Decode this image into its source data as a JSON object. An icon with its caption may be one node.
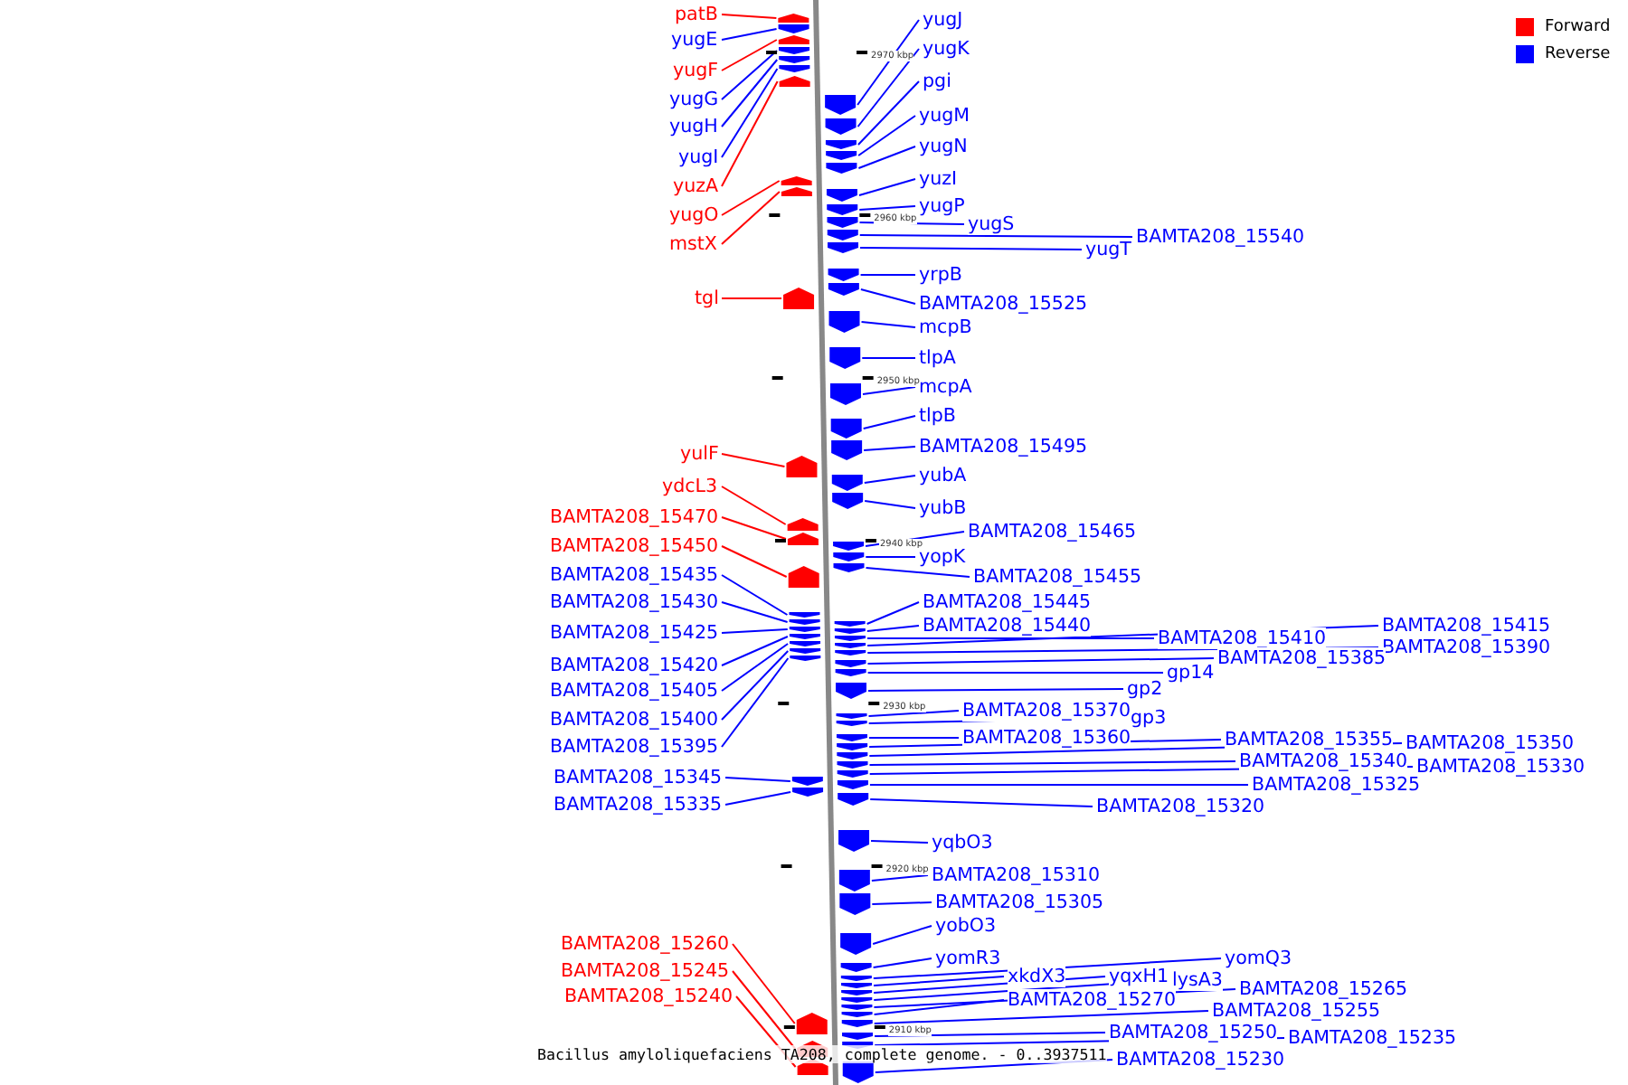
{
  "diagram": {
    "caption": "Bacillus amyloliquefaciens TA208, complete genome. - 0..3937511",
    "nodes": [
      {
        "text": [
          "patB"
        ]
      },
      {
        "text": [
          "yugE"
        ]
      },
      {
        "text": [
          "yugF"
        ]
      },
      {
        "text": [
          "yugG"
        ]
      },
      {
        "text": [
          "yugH"
        ]
      },
      {
        "text": [
          "yugI"
        ]
      },
      {
        "text": [
          "yuzA"
        ]
      },
      {
        "text": [
          "yugO"
        ]
      },
      {
        "text": [
          "mstX"
        ]
      },
      {
        "text": [
          "tgl"
        ]
      },
      {
        "text": [
          "yulF"
        ]
      },
      {
        "text": [
          "ydcL3"
        ]
      },
      {
        "text": [
          "BAMTA208_15470"
        ]
      },
      {
        "text": [
          "BAMTA208_15450"
        ]
      },
      {
        "text": [
          "BAMTA208_15435"
        ]
      },
      {
        "text": [
          "BAMTA208_15430"
        ]
      },
      {
        "text": [
          "BAMTA208_15425"
        ]
      },
      {
        "text": [
          "BAMTA208_15420"
        ]
      },
      {
        "text": [
          "BAMTA208_15405"
        ]
      },
      {
        "text": [
          "BAMTA208_15400"
        ]
      },
      {
        "text": [
          "BAMTA208_15395"
        ]
      },
      {
        "text": [
          "BAMTA208_15345"
        ]
      },
      {
        "text": [
          "BAMTA208_15335"
        ]
      },
      {
        "text": [
          "BAMTA208_15260"
        ]
      },
      {
        "text": [
          "BAMTA208_15245"
        ]
      },
      {
        "text": [
          "BAMTA208_15240"
        ]
      },
      {
        "text": [
          "yugJ"
        ]
      },
      {
        "text": [
          "yugK"
        ]
      },
      {
        "text": [
          "pgi"
        ]
      },
      {
        "text": [
          "yugM"
        ]
      },
      {
        "text": [
          "yugN"
        ]
      },
      {
        "text": [
          "yuzI"
        ]
      },
      {
        "text": [
          "yugP"
        ]
      },
      {
        "text": [
          "yugS"
        ]
      },
      {
        "text": [
          "BAMTA208_15540"
        ]
      },
      {
        "text": [
          "yugT"
        ]
      },
      {
        "text": [
          "yrpB"
        ]
      },
      {
        "text": [
          "BAMTA208_15525"
        ]
      },
      {
        "text": [
          "mcpB"
        ]
      },
      {
        "text": [
          "tlpA"
        ]
      },
      {
        "text": [
          "mcpA"
        ]
      },
      {
        "text": [
          "tlpB"
        ]
      },
      {
        "text": [
          "BAMTA208_15495"
        ]
      },
      {
        "text": [
          "yubA"
        ]
      },
      {
        "text": [
          "yubB"
        ]
      },
      {
        "text": [
          "BAMTA208_15465"
        ]
      },
      {
        "text": [
          "yopK"
        ]
      },
      {
        "text": [
          "BAMTA208_15455"
        ]
      },
      {
        "text": [
          "BAMTA208_15445"
        ]
      },
      {
        "text": [
          "BAMTA208_15440"
        ]
      },
      {
        "text": [
          "BAMTA208_15410"
        ]
      },
      {
        "text": [
          "BAMTA208_15415"
        ]
      },
      {
        "text": [
          "BAMTA208_15390"
        ]
      },
      {
        "text": [
          "BAMTA208_15385"
        ]
      },
      {
        "text": [
          "gp14"
        ]
      },
      {
        "text": [
          "gp2"
        ]
      },
      {
        "text": [
          "BAMTA208_15370"
        ]
      },
      {
        "text": [
          "gp3"
        ]
      },
      {
        "text": [
          "BAMTA208_15360"
        ]
      },
      {
        "text": [
          "BAMTA208_15355"
        ]
      },
      {
        "text": [
          "BAMTA208_15350"
        ]
      },
      {
        "text": [
          "BAMTA208_15340"
        ]
      },
      {
        "text": [
          "BAMTA208_15330"
        ]
      },
      {
        "text": [
          "BAMTA208_15325"
        ]
      },
      {
        "text": [
          "BAMTA208_15320"
        ]
      },
      {
        "text": [
          "yqbO3"
        ]
      },
      {
        "text": [
          "BAMTA208_15310"
        ]
      },
      {
        "text": [
          "BAMTA208_15305"
        ]
      },
      {
        "text": [
          "yobO3"
        ]
      },
      {
        "text": [
          "yomR3"
        ]
      },
      {
        "text": [
          "yomQ3"
        ]
      },
      {
        "text": [
          "xkdX3"
        ]
      },
      {
        "text": [
          "yqxH1"
        ]
      },
      {
        "text": [
          "lysA3"
        ]
      },
      {
        "text": [
          "BAMTA208_15265"
        ]
      },
      {
        "text": [
          "BAMTA208_15270"
        ]
      },
      {
        "text": [
          "BAMTA208_15255"
        ]
      },
      {
        "text": [
          "BAMTA208_15250"
        ]
      },
      {
        "text": [
          "BAMTA208_15235"
        ]
      },
      {
        "text": [
          "BAMTA208_15230"
        ]
      },
      {
        "text": [],
        "shape": "arrow"
      },
      {
        "text": [],
        "shape": "arrow"
      },
      {
        "text": [],
        "shape": "arrow"
      },
      {
        "text": [],
        "shape": "arrow"
      },
      {
        "text": [],
        "shape": "arrow"
      },
      {
        "text": [],
        "shape": "arrow"
      },
      {
        "text": [],
        "shape": "arrow"
      },
      {
        "text": [],
        "shape": "arrow"
      },
      {
        "text": [],
        "shape": "arrow"
      },
      {
        "text": [],
        "shape": "arrow"
      },
      {
        "text": [],
        "shape": "arrow"
      },
      {
        "text": [],
        "shape": "arrow"
      },
      {
        "text": [],
        "shape": "arrow"
      },
      {
        "text": [],
        "shape": "arrow"
      },
      {
        "text": [],
        "shape": "arrow"
      },
      {
        "text": [],
        "shape": "arrow"
      },
      {
        "text": [],
        "shape": "arrow"
      },
      {
        "text": [],
        "shape": "arrow"
      },
      {
        "text": [],
        "shape": "arrow"
      },
      {
        "text": [],
        "shape": "arrow"
      },
      {
        "text": [],
        "shape": "arrow"
      },
      {
        "text": [],
        "shape": "arrow"
      },
      {
        "text": [],
        "shape": "arrow"
      },
      {
        "text": [],
        "shape": "arrow"
      },
      {
        "text": [],
        "shape": "arrow"
      },
      {
        "text": [],
        "shape": "arrow"
      },
      {
        "text": [],
        "shape": "arrow"
      },
      {
        "text": [],
        "shape": "arrow"
      },
      {
        "text": [],
        "shape": "arrow"
      },
      {
        "text": [],
        "shape": "arrow"
      },
      {
        "text": [],
        "shape": "arrow"
      },
      {
        "text": [],
        "shape": "arrow"
      },
      {
        "text": [],
        "shape": "arrow"
      },
      {
        "text": [],
        "shape": "arrow"
      },
      {
        "text": [],
        "shape": "arrow"
      },
      {
        "text": [],
        "shape": "arrow"
      },
      {
        "text": [],
        "shape": "arrow"
      },
      {
        "text": [],
        "shape": "arrow"
      },
      {
        "text": [],
        "shape": "arrow"
      },
      {
        "text": [],
        "shape": "arrow"
      },
      {
        "text": [],
        "shape": "arrow"
      },
      {
        "text": [],
        "shape": "arrow"
      },
      {
        "text": [],
        "shape": "arrow"
      },
      {
        "text": [],
        "shape": "arrow"
      },
      {
        "text": [],
        "shape": "arrow"
      },
      {
        "text": [],
        "shape": "arrow"
      },
      {
        "text": [],
        "shape": "arrow"
      },
      {
        "text": [],
        "shape": "arrow"
      },
      {
        "text": [],
        "shape": "arrow"
      },
      {
        "text": [],
        "shape": "arrow"
      },
      {
        "text": [],
        "shape": "arrow"
      },
      {
        "text": [],
        "shape": "arrow"
      },
      {
        "text": [],
        "shape": "arrow"
      },
      {
        "text": [],
        "shape": "arrow"
      },
      {
        "text": [],
        "shape": "arrow"
      },
      {
        "text": [],
        "shape": "arrow"
      },
      {
        "text": [],
        "shape": "arrow"
      },
      {
        "text": [],
        "shape": "arrow"
      },
      {
        "text": [],
        "shape": "arrow"
      },
      {
        "text": [],
        "shape": "arrow"
      },
      {
        "text": [],
        "shape": "arrow"
      },
      {
        "text": [],
        "shape": "arrow"
      },
      {
        "text": [],
        "shape": "arrow"
      },
      {
        "text": [],
        "shape": "arrow"
      },
      {
        "text": [],
        "shape": "arrow"
      },
      {
        "text": [],
        "shape": "arrow"
      },
      {
        "text": [],
        "shape": "arrow"
      },
      {
        "text": [],
        "shape": "arrow"
      },
      {
        "text": [],
        "shape": "arrow"
      },
      {
        "text": [],
        "shape": "arrow"
      },
      {
        "text": [],
        "shape": "arrow"
      },
      {
        "text": [],
        "shape": "arrow"
      },
      {
        "text": [],
        "shape": "arrow"
      },
      {
        "text": [],
        "shape": "arrow"
      },
      {
        "text": [],
        "shape": "arrow"
      },
      {
        "text": [],
        "shape": "arrow"
      },
      {
        "text": [],
        "shape": "arrow"
      },
      {
        "text": [],
        "shape": "arrow"
      },
      {
        "text": [],
        "shape": "arrow"
      },
      {
        "text": [],
        "shape": "arrow"
      }
    ],
    "edges": [
      {
        "from": 0,
        "to": 80,
        "arrow": "none",
        "color": "#ff0000"
      },
      {
        "from": 1,
        "to": 81,
        "arrow": "none"
      },
      {
        "from": 2,
        "to": 82,
        "arrow": "none",
        "color": "#ff0000"
      },
      {
        "from": 3,
        "to": 83,
        "arrow": "none"
      },
      {
        "from": 4,
        "to": 84,
        "arrow": "none"
      },
      {
        "from": 5,
        "to": 85,
        "arrow": "none"
      },
      {
        "from": 6,
        "to": 86,
        "arrow": "none",
        "color": "#ff0000"
      },
      {
        "from": 7,
        "to": 87,
        "arrow": "none",
        "color": "#ff0000"
      },
      {
        "from": 8,
        "to": 88,
        "arrow": "none",
        "color": "#ff0000"
      },
      {
        "from": 9,
        "to": 89,
        "arrow": "none",
        "color": "#ff0000"
      },
      {
        "from": 10,
        "to": 90,
        "arrow": "none",
        "color": "#ff0000"
      },
      {
        "from": 11,
        "to": 91,
        "arrow": "none",
        "color": "#ff0000"
      },
      {
        "from": 12,
        "to": 92,
        "arrow": "none",
        "color": "#ff0000"
      },
      {
        "from": 13,
        "to": 93,
        "arrow": "none",
        "color": "#ff0000"
      },
      {
        "from": 14,
        "to": 94,
        "arrow": "none"
      },
      {
        "from": 15,
        "to": 95,
        "arrow": "none"
      },
      {
        "from": 16,
        "to": 96,
        "arrow": "none"
      },
      {
        "from": 17,
        "to": 97,
        "arrow": "none"
      },
      {
        "from": 18,
        "to": 98,
        "arrow": "none"
      },
      {
        "from": 19,
        "to": 99,
        "arrow": "none"
      },
      {
        "from": 20,
        "to": 100,
        "arrow": "none"
      },
      {
        "from": 21,
        "to": 101,
        "arrow": "none"
      },
      {
        "from": 22,
        "to": 102,
        "arrow": "none"
      },
      {
        "from": 23,
        "to": 103,
        "arrow": "none",
        "color": "#ff0000"
      },
      {
        "from": 24,
        "to": 104,
        "arrow": "none",
        "color": "#ff0000"
      },
      {
        "from": 25,
        "to": 105,
        "arrow": "none",
        "color": "#ff0000"
      },
      {
        "from": 26,
        "to": 106,
        "arrow": "none"
      },
      {
        "from": 27,
        "to": 107,
        "arrow": "none"
      },
      {
        "from": 28,
        "to": 108,
        "arrow": "none"
      },
      {
        "from": 29,
        "to": 109,
        "arrow": "none"
      },
      {
        "from": 30,
        "to": 110,
        "arrow": "none"
      },
      {
        "from": 31,
        "to": 111,
        "arrow": "none"
      },
      {
        "from": 32,
        "to": 112,
        "arrow": "none"
      },
      {
        "from": 33,
        "to": 113,
        "arrow": "none"
      },
      {
        "from": 34,
        "to": 114,
        "arrow": "none"
      },
      {
        "from": 35,
        "to": 115,
        "arrow": "none"
      },
      {
        "from": 36,
        "to": 116,
        "arrow": "none"
      },
      {
        "from": 37,
        "to": 117,
        "arrow": "none"
      },
      {
        "from": 38,
        "to": 118,
        "arrow": "none"
      },
      {
        "from": 39,
        "to": 119,
        "arrow": "none"
      },
      {
        "from": 40,
        "to": 120,
        "arrow": "none"
      },
      {
        "from": 41,
        "to": 121,
        "arrow": "none"
      },
      {
        "from": 42,
        "to": 122,
        "arrow": "none"
      },
      {
        "from": 43,
        "to": 123,
        "arrow": "none"
      },
      {
        "from": 44,
        "to": 124,
        "arrow": "none"
      },
      {
        "from": 45,
        "to": 125,
        "arrow": "none"
      },
      {
        "from": 46,
        "to": 126,
        "arrow": "none"
      },
      {
        "from": 47,
        "to": 127,
        "arrow": "none"
      },
      {
        "from": 48,
        "to": 128,
        "arrow": "none"
      },
      {
        "from": 49,
        "to": 129,
        "arrow": "none"
      },
      {
        "from": 50,
        "to": 130,
        "arrow": "none"
      },
      {
        "from": 51,
        "to": 131,
        "arrow": "none"
      },
      {
        "from": 52,
        "to": 132,
        "arrow": "none"
      },
      {
        "from": 53,
        "to": 133,
        "arrow": "none"
      },
      {
        "from": 54,
        "to": 134,
        "arrow": "none"
      },
      {
        "from": 55,
        "to": 135,
        "arrow": "none"
      },
      {
        "from": 56,
        "to": 136,
        "arrow": "none"
      },
      {
        "from": 57,
        "to": 137,
        "arrow": "none"
      },
      {
        "from": 58,
        "to": 138,
        "arrow": "none"
      },
      {
        "from": 59,
        "to": 139,
        "arrow": "none"
      },
      {
        "from": 60,
        "to": 140,
        "arrow": "none"
      },
      {
        "from": 61,
        "to": 141,
        "arrow": "none"
      },
      {
        "from": 62,
        "to": 142,
        "arrow": "none"
      },
      {
        "from": 63,
        "to": 143,
        "arrow": "none"
      },
      {
        "from": 64,
        "to": 144,
        "arrow": "none"
      },
      {
        "from": 65,
        "to": 145,
        "arrow": "none"
      },
      {
        "from": 66,
        "to": 146,
        "arrow": "none"
      },
      {
        "from": 67,
        "to": 147,
        "arrow": "none"
      },
      {
        "from": 68,
        "to": 148,
        "arrow": "none"
      },
      {
        "from": 69,
        "to": 149,
        "arrow": "none"
      },
      {
        "from": 70,
        "to": 150,
        "arrow": "none"
      },
      {
        "from": 71,
        "to": 151,
        "arrow": "none"
      },
      {
        "from": 72,
        "to": 152,
        "arrow": "none"
      },
      {
        "from": 73,
        "to": 153,
        "arrow": "none"
      },
      {
        "from": 74,
        "to": 154,
        "arrow": "none"
      },
      {
        "from": 75,
        "to": 155,
        "arrow": "none"
      },
      {
        "from": 76,
        "to": 156,
        "arrow": "none"
      },
      {
        "from": 77,
        "to": 157,
        "arrow": "none"
      },
      {
        "from": 78,
        "to": 158,
        "arrow": "none"
      },
      {
        "from": 79,
        "to": 159,
        "arrow": "none"
      }
    ],
    "labels": [
      "2970 kbp",
      "2960 kbp",
      "2950 kbp",
      "2940 kbp",
      "2930 kbp",
      "2920 kbp",
      "2910 kbp"
    ],
    "legend": [
      {
        "text": "Forward",
        "color": "#ff0000"
      },
      {
        "text": "Reverse",
        "color": "#0000ff"
      }
    ]
  }
}
